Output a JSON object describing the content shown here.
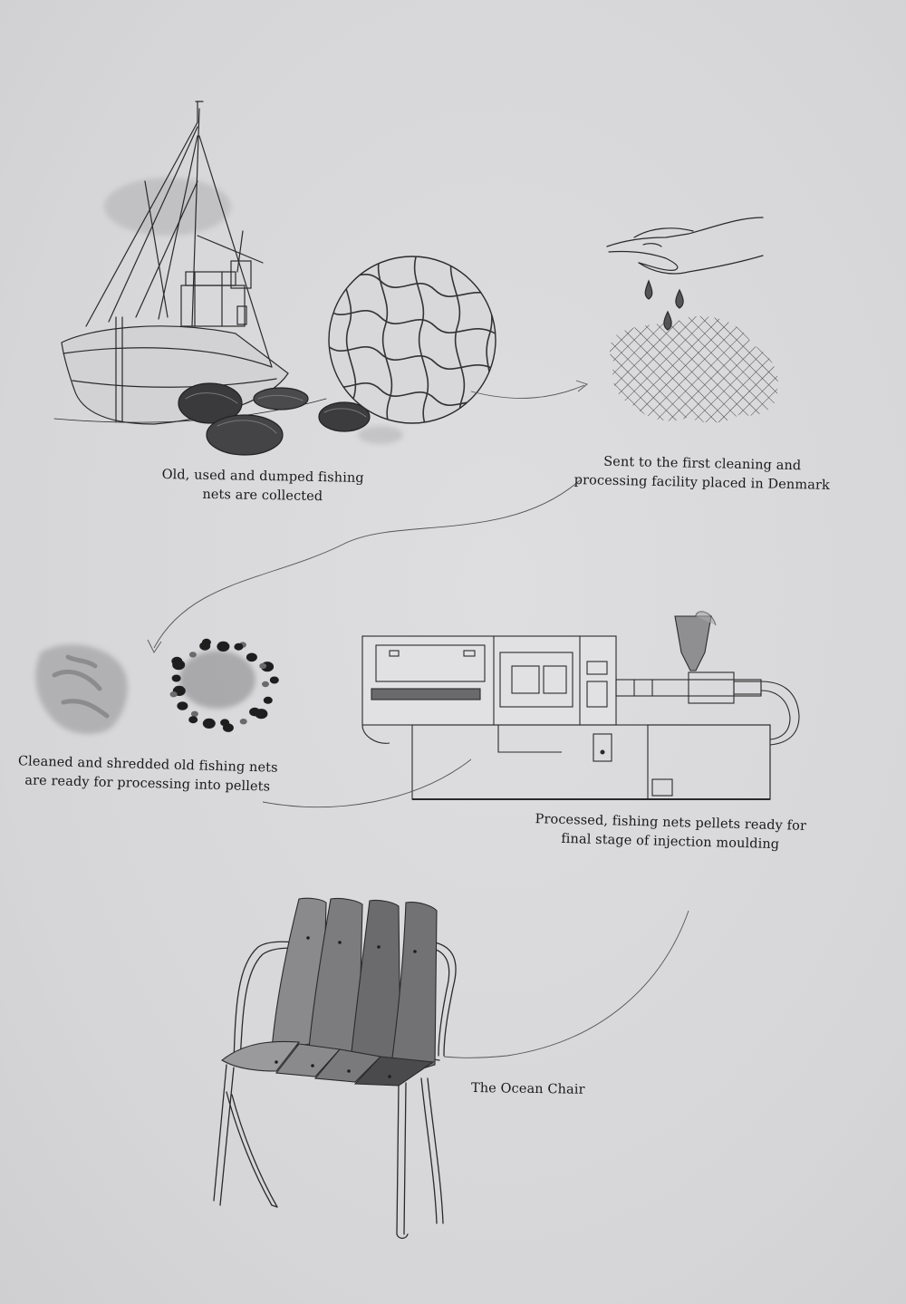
{
  "steps": [
    {
      "id": "collect",
      "lines": [
        "Old, used and dumped fishing",
        "nets are collected"
      ]
    },
    {
      "id": "cleaning",
      "lines": [
        "Sent to the first cleaning and",
        "processing facility placed in Denmark"
      ]
    },
    {
      "id": "shredded",
      "lines": [
        "Cleaned and shredded old fishing nets",
        "are ready for processing into pellets"
      ]
    },
    {
      "id": "pellets",
      "lines": [
        "Processed, fishing nets pellets ready for",
        "final stage of injection moulding"
      ]
    },
    {
      "id": "chair",
      "lines": [
        "The Ocean Chair"
      ]
    }
  ],
  "illustrations": [
    {
      "id": "fishing-boat",
      "icon": "fishing-boat-icon"
    },
    {
      "id": "fishing-net-circle",
      "icon": "net-circle-icon"
    },
    {
      "id": "washing-hand",
      "icon": "hand-with-drops-icon"
    },
    {
      "id": "shredded-material",
      "icon": "shredded-pellets-icon"
    },
    {
      "id": "injection-moulding-machine",
      "icon": "injection-machine-icon"
    },
    {
      "id": "ocean-chair",
      "icon": "chair-icon"
    }
  ],
  "colors": {
    "paper": "#d9d9db",
    "ink": "#1a1a1a",
    "wash": "#8a8a8c"
  }
}
